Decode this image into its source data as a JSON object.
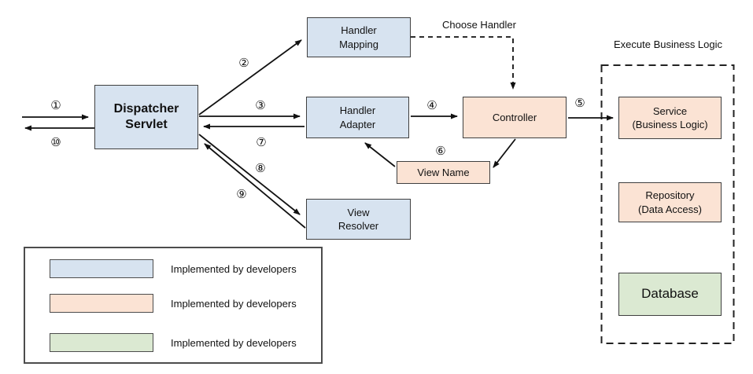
{
  "colors": {
    "developer_blue": "#d7e3f0",
    "framework_peach": "#fbe3d4",
    "database_green": "#dbe9d2",
    "line_black": "#111111",
    "border_gray": "#3f3f3f"
  },
  "nodes": {
    "dispatcher_servlet": "Dispatcher\nServlet",
    "handler_mapping": "Handler\nMapping",
    "handler_adapter": "Handler\nAdapter",
    "controller": "Controller",
    "view_name": "View Name",
    "view_resolver": "View\nResolver",
    "service": "Service\n(Business Logic)",
    "repository": "Repository\n(Data Access)",
    "database": "Database"
  },
  "annotations": {
    "choose_handler": "Choose Handler",
    "execute_business_logic": "Execute Business Logic"
  },
  "steps": {
    "1": "①",
    "2": "②",
    "3": "③",
    "4": "④",
    "5": "⑤",
    "6": "⑥",
    "7": "⑦",
    "8": "⑧",
    "9": "⑨",
    "10": "⑩"
  },
  "legend": {
    "items": [
      {
        "color": "#d7e3f0",
        "label": "Implemented by developers"
      },
      {
        "color": "#fbe3d4",
        "label": "Implemented by developers"
      },
      {
        "color": "#dbe9d2",
        "label": "Implemented by developers"
      }
    ]
  }
}
